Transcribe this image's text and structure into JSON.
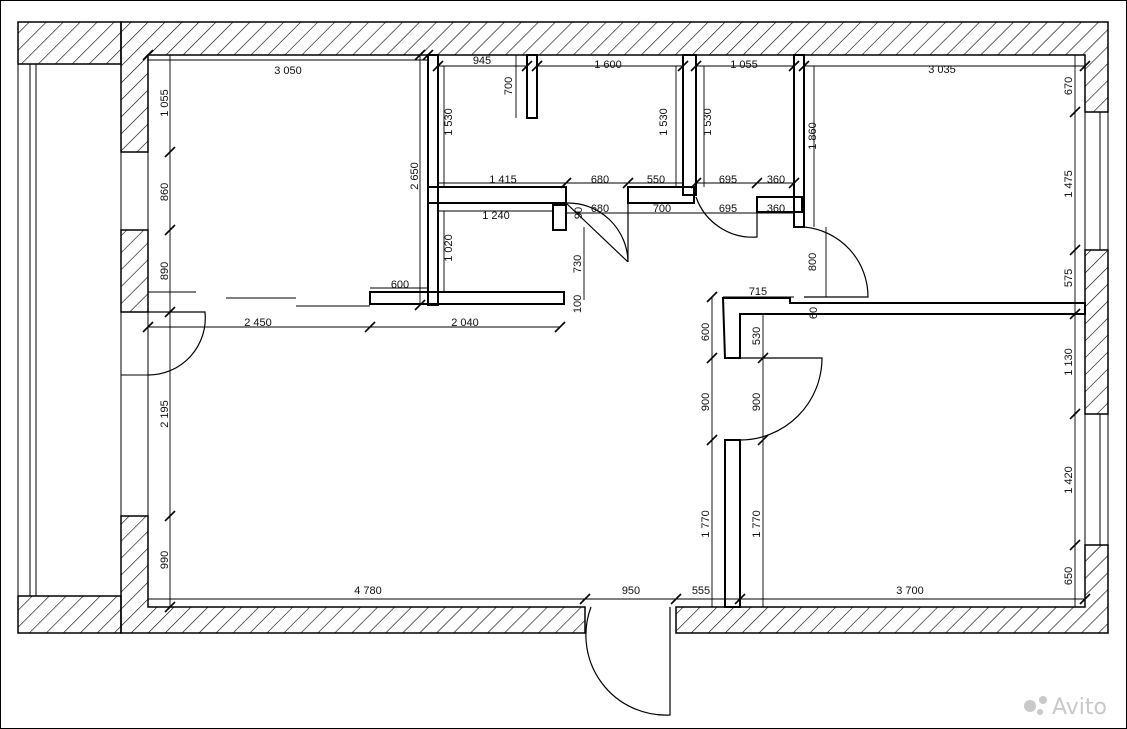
{
  "watermark": "Avito",
  "colors": {
    "wall": "#000000",
    "hatch": "#000000",
    "dimension": "#000000",
    "background": "#ffffff",
    "watermark": "#c9c9c9"
  },
  "dimensions": {
    "top_3050": "3 050",
    "top_945": "945",
    "top_1600": "1 600",
    "top_1055": "1 055",
    "top_3035": "3 035",
    "v_700": "700",
    "v_1530_a": "1 530",
    "v_1530_b": "1 530",
    "v_1530_c": "1 530",
    "v_2650": "2 650",
    "v_1860": "1 860",
    "left_1055": "1 055",
    "left_860": "860",
    "left_890": "890",
    "left_2195": "2 195",
    "left_990": "990",
    "mid_1415": "1 415",
    "mid_680_a": "680",
    "mid_550": "550",
    "mid_695_a": "695",
    "mid_360_a": "360",
    "mid_1240": "1 240",
    "mid_90": "90",
    "mid_680_b": "680",
    "mid_700": "700",
    "mid_695_b": "695",
    "mid_360_b": "360",
    "v_1020": "1 020",
    "v_730": "730",
    "v_800": "800",
    "h_600": "600",
    "v_100": "100",
    "h_715": "715",
    "v_60": "60",
    "h_2450": "2 450",
    "h_2040": "2 040",
    "v_600": "600",
    "v_530": "530",
    "v_900_a": "900",
    "v_900_b": "900",
    "v_1770_a": "1 770",
    "v_1770_b": "1 770",
    "right_670": "670",
    "right_1475": "1 475",
    "right_575": "575",
    "right_1130": "1 130",
    "right_1420": "1 420",
    "right_650": "650",
    "bot_4780": "4 780",
    "bot_950": "950",
    "bot_555": "555",
    "bot_3700": "3 700"
  }
}
